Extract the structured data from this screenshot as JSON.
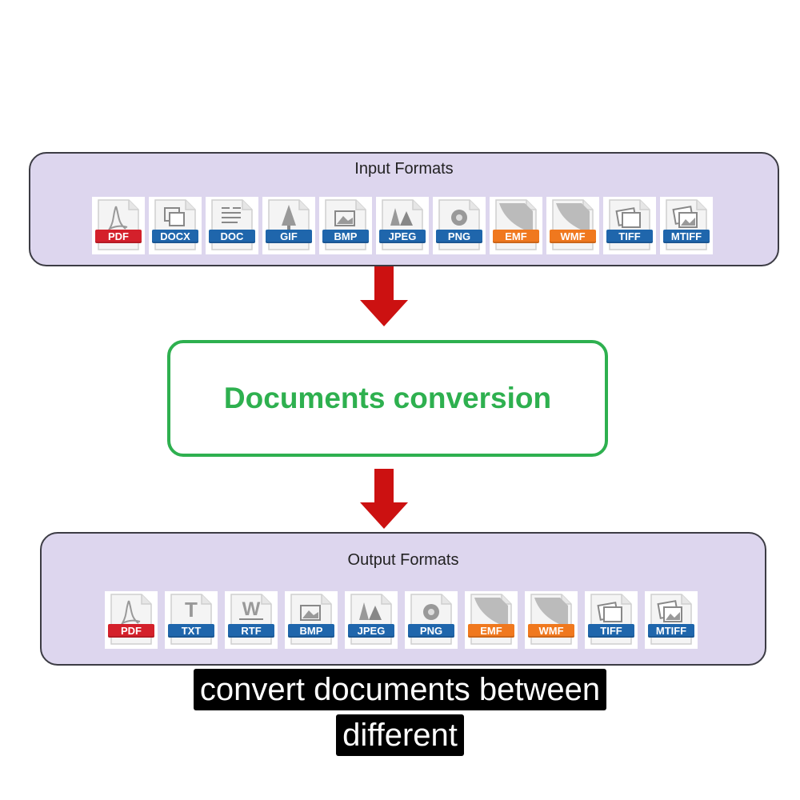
{
  "input": {
    "title": "Input Formats",
    "formats": [
      {
        "label": "PDF",
        "color": "#d4202b",
        "icon": "pdf-icon"
      },
      {
        "label": "DOCX",
        "color": "#1f66ac",
        "icon": "docx-icon"
      },
      {
        "label": "DOC",
        "color": "#1f66ac",
        "icon": "doc-icon"
      },
      {
        "label": "GIF",
        "color": "#1f66ac",
        "icon": "gif-icon"
      },
      {
        "label": "BMP",
        "color": "#1f66ac",
        "icon": "bmp-icon"
      },
      {
        "label": "JPEG",
        "color": "#1f66ac",
        "icon": "jpeg-icon"
      },
      {
        "label": "PNG",
        "color": "#1f66ac",
        "icon": "png-icon"
      },
      {
        "label": "EMF",
        "color": "#f0781e",
        "icon": "emf-icon"
      },
      {
        "label": "WMF",
        "color": "#f0781e",
        "icon": "wmf-icon"
      },
      {
        "label": "TIFF",
        "color": "#1f66ac",
        "icon": "tiff-icon"
      },
      {
        "label": "MTIFF",
        "color": "#1f66ac",
        "icon": "mtiff-icon"
      }
    ]
  },
  "process": {
    "label": "Documents conversion",
    "color": "#2eb04f"
  },
  "output": {
    "title": "Output Formats",
    "formats": [
      {
        "label": "PDF",
        "color": "#d4202b",
        "icon": "pdf-icon"
      },
      {
        "label": "TXT",
        "color": "#1f66ac",
        "icon": "txt-icon"
      },
      {
        "label": "RTF",
        "color": "#1f66ac",
        "icon": "rtf-icon"
      },
      {
        "label": "BMP",
        "color": "#1f66ac",
        "icon": "bmp-icon"
      },
      {
        "label": "JPEG",
        "color": "#1f66ac",
        "icon": "jpeg-icon"
      },
      {
        "label": "PNG",
        "color": "#1f66ac",
        "icon": "png-icon"
      },
      {
        "label": "EMF",
        "color": "#f0781e",
        "icon": "emf-icon"
      },
      {
        "label": "WMF",
        "color": "#f0781e",
        "icon": "wmf-icon"
      },
      {
        "label": "TIFF",
        "color": "#1f66ac",
        "icon": "tiff-icon"
      },
      {
        "label": "MTIFF",
        "color": "#1f66ac",
        "icon": "mtiff-icon"
      }
    ]
  },
  "arrow_color": "#cc1111",
  "subtitle": {
    "line1": "convert documents between",
    "line2": "different"
  }
}
